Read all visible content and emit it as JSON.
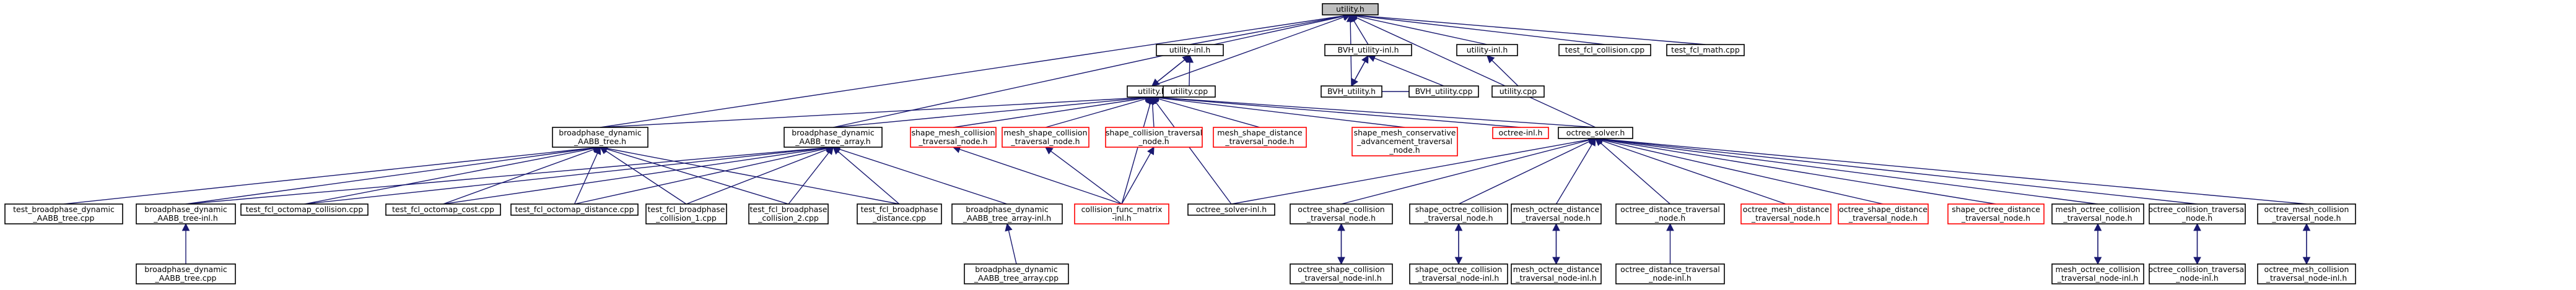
{
  "colors": {
    "edge": "#191970",
    "border_normal": "#000000",
    "border_missing": "#ff0000",
    "root_fill": "#bfbfbf",
    "node_fill": "#ffffff"
  },
  "nodes": [
    {
      "id": "n1",
      "lines": [
        "utility.h"
      ],
      "style": "root"
    },
    {
      "id": "n2",
      "lines": [
        "utility-inl.h"
      ],
      "style": "normal"
    },
    {
      "id": "n3",
      "lines": [
        "BVH_utility-inl.h"
      ],
      "style": "normal"
    },
    {
      "id": "n4",
      "lines": [
        "utility-inl.h"
      ],
      "style": "normal"
    },
    {
      "id": "n5",
      "lines": [
        "test_fcl_collision.cpp"
      ],
      "style": "normal"
    },
    {
      "id": "n6",
      "lines": [
        "test_fcl_math.cpp"
      ],
      "style": "normal"
    },
    {
      "id": "n7",
      "lines": [
        "utility.h"
      ],
      "style": "normal"
    },
    {
      "id": "n8",
      "lines": [
        "utility.cpp"
      ],
      "style": "normal"
    },
    {
      "id": "n9",
      "lines": [
        "BVH_utility.h"
      ],
      "style": "normal"
    },
    {
      "id": "n10",
      "lines": [
        "BVH_utility.cpp"
      ],
      "style": "normal"
    },
    {
      "id": "n11",
      "lines": [
        "utility.cpp"
      ],
      "style": "normal"
    },
    {
      "id": "n12",
      "lines": [
        "broadphase_dynamic",
        "_AABB_tree.h"
      ],
      "style": "normal"
    },
    {
      "id": "n13",
      "lines": [
        "broadphase_dynamic",
        "_AABB_tree_array.h"
      ],
      "style": "normal"
    },
    {
      "id": "n14",
      "lines": [
        "shape_mesh_collision",
        "_traversal_node.h"
      ],
      "style": "missing"
    },
    {
      "id": "n15",
      "lines": [
        "mesh_shape_collision",
        "_traversal_node.h"
      ],
      "style": "missing"
    },
    {
      "id": "n16",
      "lines": [
        "shape_collision_traversal",
        "_node.h"
      ],
      "style": "missing"
    },
    {
      "id": "n17",
      "lines": [
        "mesh_shape_distance",
        "_traversal_node.h"
      ],
      "style": "missing"
    },
    {
      "id": "n18",
      "lines": [
        "shape_mesh_conservative",
        "_advancement_traversal",
        "_node.h"
      ],
      "style": "missing"
    },
    {
      "id": "n19",
      "lines": [
        "octree-inl.h"
      ],
      "style": "missing"
    },
    {
      "id": "n20",
      "lines": [
        "octree_solver.h"
      ],
      "style": "normal"
    },
    {
      "id": "n21",
      "lines": [
        "test_broadphase_dynamic",
        "_AABB_tree.cpp"
      ],
      "style": "normal"
    },
    {
      "id": "n22",
      "lines": [
        "broadphase_dynamic",
        "_AABB_tree-inl.h"
      ],
      "style": "normal"
    },
    {
      "id": "n23",
      "lines": [
        "test_fcl_octomap_collision.cpp"
      ],
      "style": "normal"
    },
    {
      "id": "n24",
      "lines": [
        "test_fcl_octomap_cost.cpp"
      ],
      "style": "normal"
    },
    {
      "id": "n25",
      "lines": [
        "test_fcl_octomap_distance.cpp"
      ],
      "style": "normal"
    },
    {
      "id": "n26",
      "lines": [
        "test_fcl_broadphase",
        "_collision_1.cpp"
      ],
      "style": "normal"
    },
    {
      "id": "n27",
      "lines": [
        "test_fcl_broadphase",
        "_collision_2.cpp"
      ],
      "style": "normal"
    },
    {
      "id": "n28",
      "lines": [
        "test_fcl_broadphase",
        "_distance.cpp"
      ],
      "style": "normal"
    },
    {
      "id": "n29",
      "lines": [
        "broadphase_dynamic",
        "_AABB_tree_array-inl.h"
      ],
      "style": "normal"
    },
    {
      "id": "n30",
      "lines": [
        "collision_func_matrix",
        "-inl.h"
      ],
      "style": "missing"
    },
    {
      "id": "n31",
      "lines": [
        "octree_solver-inl.h"
      ],
      "style": "normal"
    },
    {
      "id": "n32",
      "lines": [
        "octree_shape_collision",
        "_traversal_node.h"
      ],
      "style": "normal"
    },
    {
      "id": "n33",
      "lines": [
        "shape_octree_collision",
        "_traversal_node.h"
      ],
      "style": "normal"
    },
    {
      "id": "n34",
      "lines": [
        "mesh_octree_distance",
        "_traversal_node.h"
      ],
      "style": "normal"
    },
    {
      "id": "n35",
      "lines": [
        "octree_distance_traversal",
        "_node.h"
      ],
      "style": "normal"
    },
    {
      "id": "n36",
      "lines": [
        "octree_mesh_distance",
        "_traversal_node.h"
      ],
      "style": "missing"
    },
    {
      "id": "n37",
      "lines": [
        "octree_shape_distance",
        "_traversal_node.h"
      ],
      "style": "missing"
    },
    {
      "id": "n38",
      "lines": [
        "shape_octree_distance",
        "_traversal_node.h"
      ],
      "style": "missing"
    },
    {
      "id": "n39",
      "lines": [
        "mesh_octree_collision",
        "_traversal_node.h"
      ],
      "style": "normal"
    },
    {
      "id": "n40",
      "lines": [
        "octree_collision_traversal",
        "_node.h"
      ],
      "style": "normal"
    },
    {
      "id": "n41",
      "lines": [
        "octree_mesh_collision",
        "_traversal_node.h"
      ],
      "style": "normal"
    },
    {
      "id": "n42",
      "lines": [
        "broadphase_dynamic",
        "_AABB_tree.cpp"
      ],
      "style": "normal"
    },
    {
      "id": "n43",
      "lines": [
        "broadphase_dynamic",
        "_AABB_tree_array.cpp"
      ],
      "style": "normal"
    },
    {
      "id": "n44",
      "lines": [
        "octree_shape_collision",
        "_traversal_node-inl.h"
      ],
      "style": "normal"
    },
    {
      "id": "n45",
      "lines": [
        "shape_octree_collision",
        "_traversal_node-inl.h"
      ],
      "style": "normal"
    },
    {
      "id": "n46",
      "lines": [
        "mesh_octree_distance",
        "_traversal_node-inl.h"
      ],
      "style": "normal"
    },
    {
      "id": "n47",
      "lines": [
        "octree_distance_traversal",
        "_node-inl.h"
      ],
      "style": "normal"
    },
    {
      "id": "n48",
      "lines": [
        "mesh_octree_collision",
        "_traversal_node-inl.h"
      ],
      "style": "normal"
    },
    {
      "id": "n49",
      "lines": [
        "octree_collision_traversal",
        "_node-inl.h"
      ],
      "style": "normal"
    },
    {
      "id": "n50",
      "lines": [
        "octree_mesh_collision",
        "_traversal_node-inl.h"
      ],
      "style": "normal"
    }
  ],
  "edges": [
    [
      "n2",
      "n1"
    ],
    [
      "n3",
      "n1"
    ],
    [
      "n4",
      "n1"
    ],
    [
      "n5",
      "n1"
    ],
    [
      "n6",
      "n1"
    ],
    [
      "n7",
      "n1"
    ],
    [
      "n12",
      "n1"
    ],
    [
      "n13",
      "n1"
    ],
    [
      "n20",
      "n1"
    ],
    [
      "n9",
      "n1"
    ],
    [
      "n7",
      "n2"
    ],
    [
      "n8",
      "n2"
    ],
    [
      "n9",
      "n3"
    ],
    [
      "n10",
      "n3"
    ],
    [
      "n11",
      "n4"
    ],
    [
      "n2",
      "n7"
    ],
    [
      "n8",
      "n7"
    ],
    [
      "n3",
      "n9"
    ],
    [
      "n10",
      "n9"
    ],
    [
      "n12",
      "n7"
    ],
    [
      "n13",
      "n7"
    ],
    [
      "n14",
      "n7"
    ],
    [
      "n15",
      "n7"
    ],
    [
      "n16",
      "n7"
    ],
    [
      "n17",
      "n7"
    ],
    [
      "n18",
      "n7"
    ],
    [
      "n19",
      "n7"
    ],
    [
      "n20",
      "n7"
    ],
    [
      "n31",
      "n7"
    ],
    [
      "n30",
      "n7"
    ],
    [
      "n21",
      "n12"
    ],
    [
      "n22",
      "n12"
    ],
    [
      "n23",
      "n12"
    ],
    [
      "n24",
      "n12"
    ],
    [
      "n25",
      "n12"
    ],
    [
      "n26",
      "n12"
    ],
    [
      "n27",
      "n12"
    ],
    [
      "n28",
      "n12"
    ],
    [
      "n22",
      "n13"
    ],
    [
      "n23",
      "n13"
    ],
    [
      "n24",
      "n13"
    ],
    [
      "n25",
      "n13"
    ],
    [
      "n26",
      "n13"
    ],
    [
      "n27",
      "n13"
    ],
    [
      "n28",
      "n13"
    ],
    [
      "n29",
      "n13"
    ],
    [
      "n30",
      "n14"
    ],
    [
      "n30",
      "n15"
    ],
    [
      "n30",
      "n16"
    ],
    [
      "n42",
      "n22"
    ],
    [
      "n43",
      "n29"
    ],
    [
      "n31",
      "n20"
    ],
    [
      "n32",
      "n20"
    ],
    [
      "n33",
      "n20"
    ],
    [
      "n34",
      "n20"
    ],
    [
      "n35",
      "n20"
    ],
    [
      "n36",
      "n20"
    ],
    [
      "n37",
      "n20"
    ],
    [
      "n38",
      "n20"
    ],
    [
      "n39",
      "n20"
    ],
    [
      "n40",
      "n20"
    ],
    [
      "n41",
      "n20"
    ],
    [
      "n44",
      "n32"
    ],
    [
      "n32",
      "n44"
    ],
    [
      "n45",
      "n33"
    ],
    [
      "n33",
      "n45"
    ],
    [
      "n46",
      "n34"
    ],
    [
      "n34",
      "n46"
    ],
    [
      "n47",
      "n35"
    ],
    [
      "n48",
      "n39"
    ],
    [
      "n39",
      "n48"
    ],
    [
      "n49",
      "n40"
    ],
    [
      "n40",
      "n49"
    ],
    [
      "n50",
      "n41"
    ],
    [
      "n41",
      "n50"
    ]
  ]
}
